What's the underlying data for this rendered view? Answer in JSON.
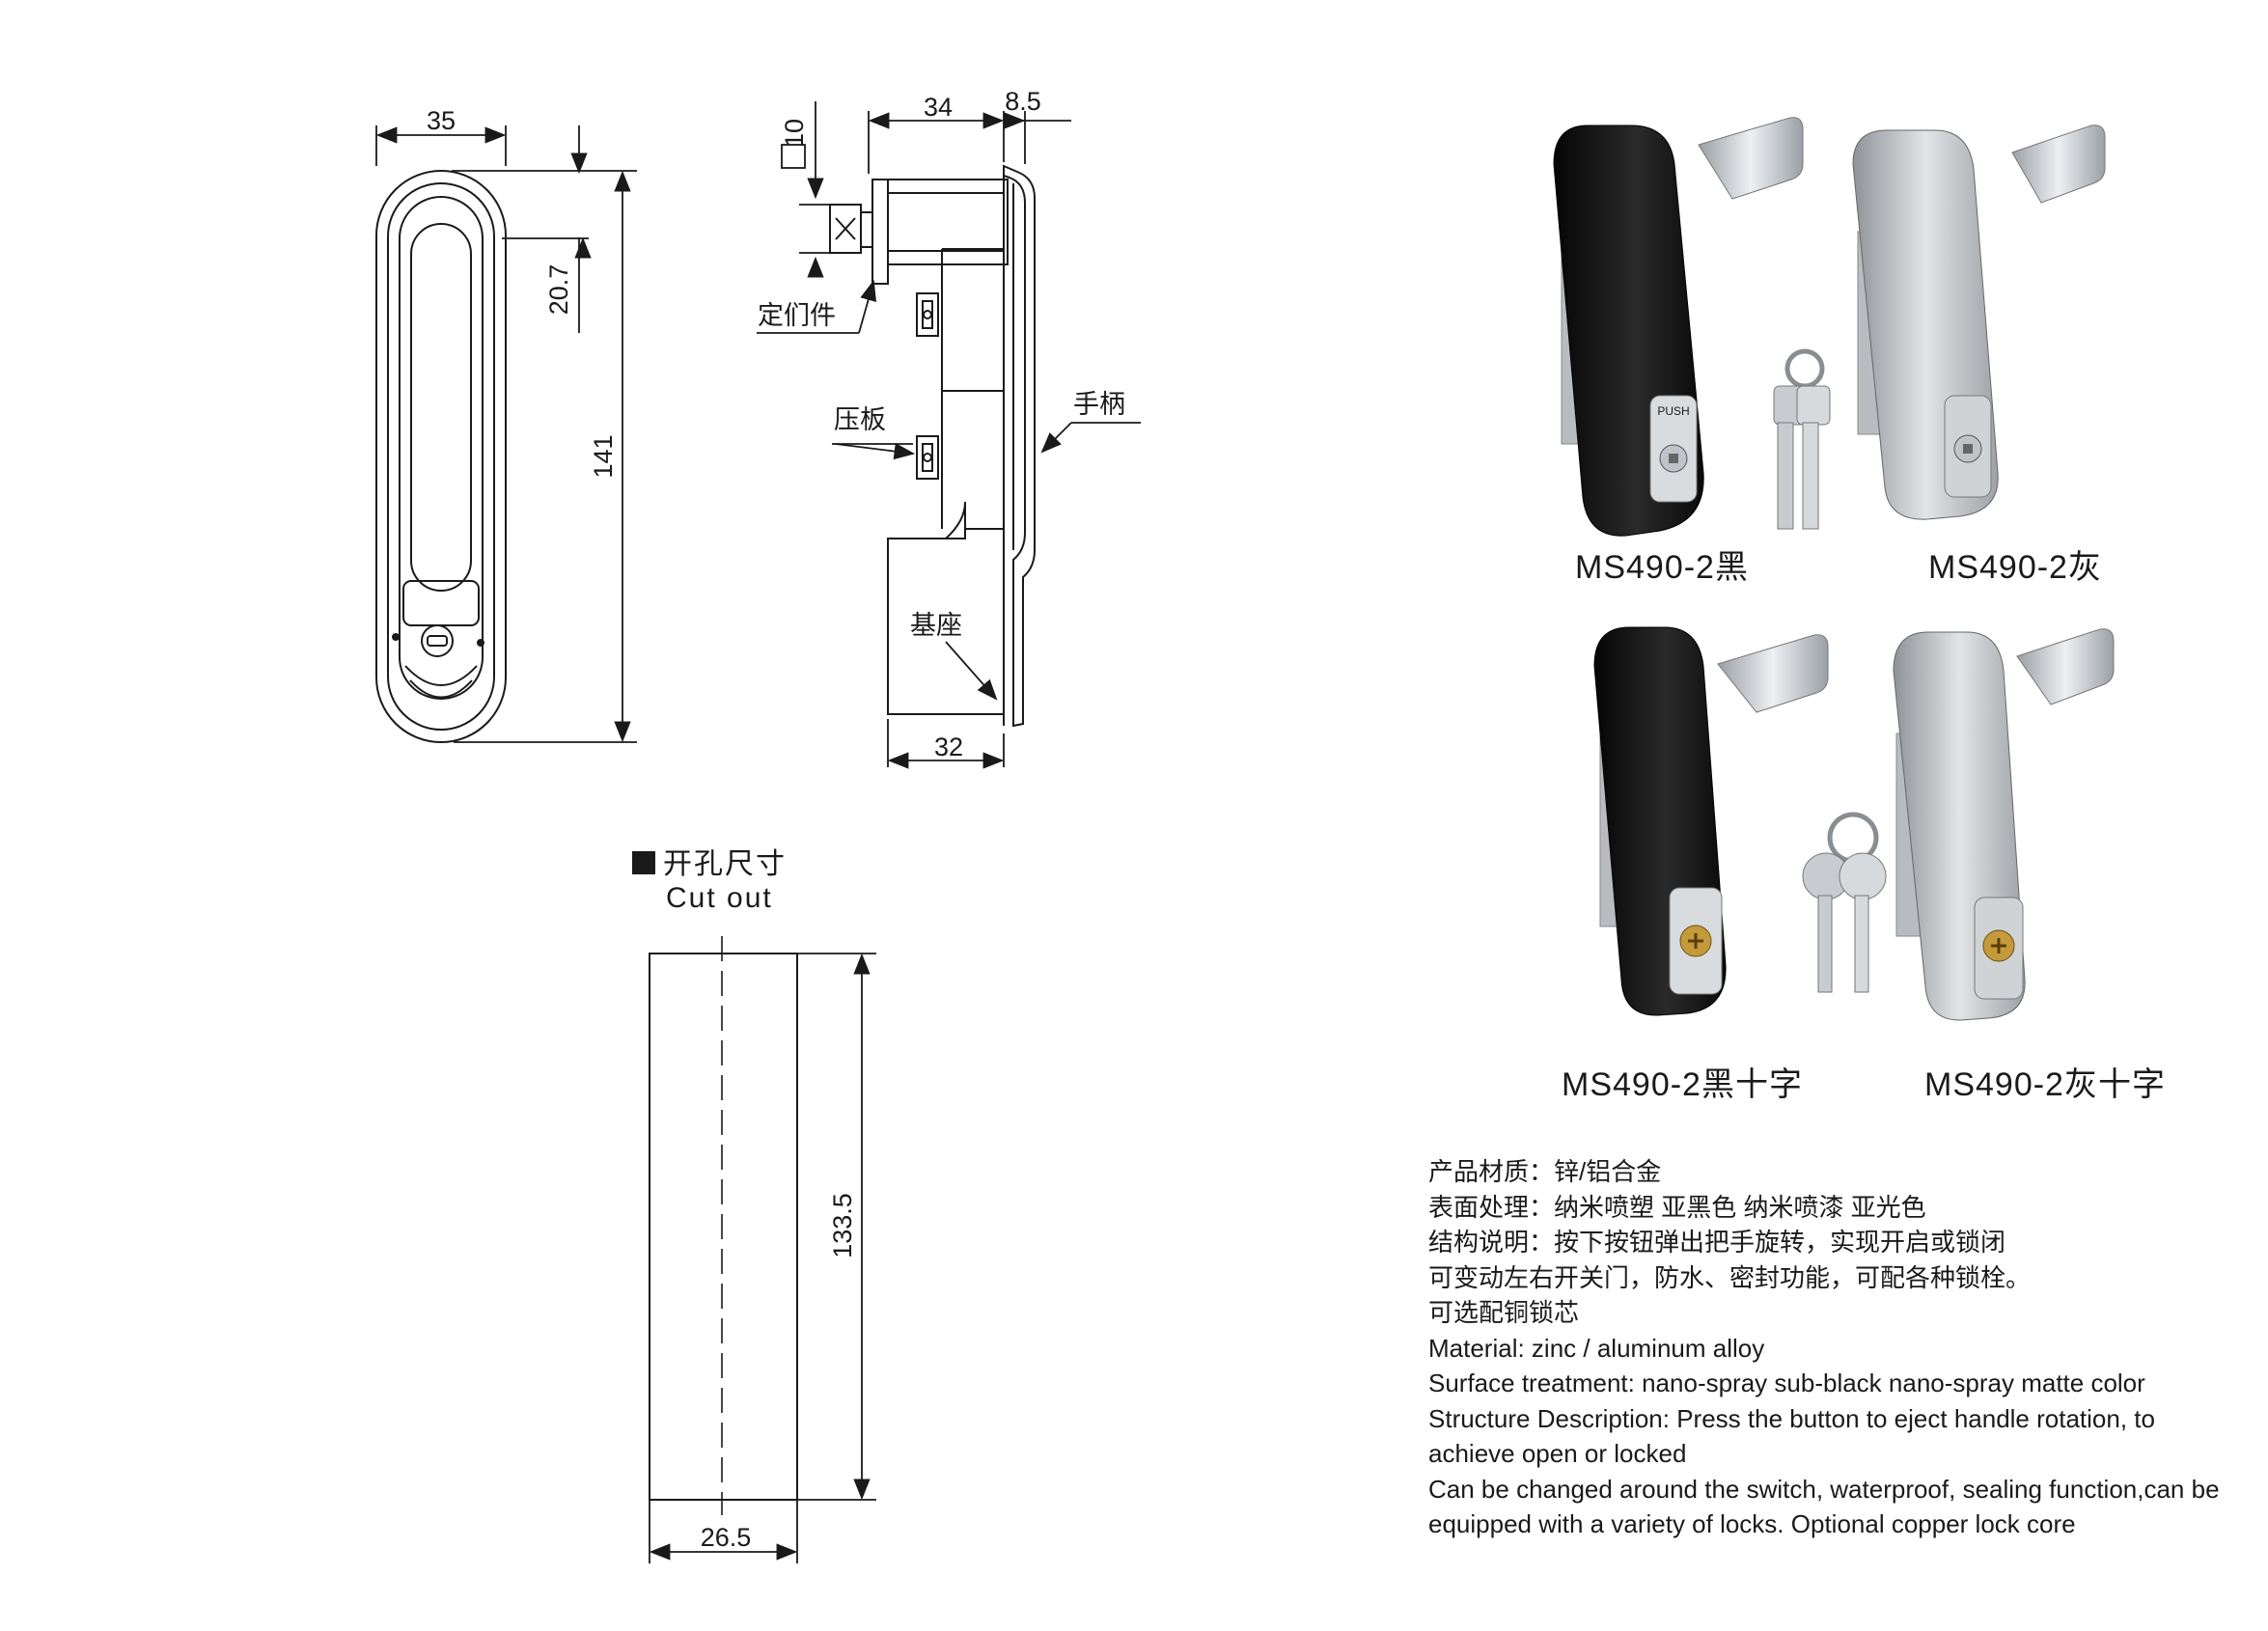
{
  "drawing": {
    "front_width": "35",
    "front_top_offset": "20.7",
    "front_height": "141",
    "side_lock_size": "10",
    "side_depth": "34",
    "side_flange": "8.5",
    "base_width": "32",
    "label_fixing": "定们件",
    "label_plate": "压板",
    "label_handle": "手柄",
    "label_base": "基座",
    "cutout_title_cn": "开孔尺寸",
    "cutout_title_en": "Cut out",
    "cutout_height": "133.5",
    "cutout_width": "26.5"
  },
  "products": [
    {
      "model": "MS490-2黑"
    },
    {
      "model": "MS490-2灰"
    },
    {
      "model": "MS490-2黑十字"
    },
    {
      "model": "MS490-2灰十字"
    }
  ],
  "push_label": "PUSH",
  "spec_lines": [
    "产品材质：锌/铝合金",
    "表面处理：纳米喷塑 亚黑色 纳米喷漆 亚光色",
    "结构说明：按下按钮弹出把手旋转，实现开启或锁闭",
    "可变动左右开关门，防水、密封功能，可配各种锁栓。",
    "可选配铜锁芯",
    "Material: zinc / aluminum alloy",
    "Surface treatment: nano-spray sub-black nano-spray matte color",
    "Structure Description: Press the button to eject handle rotation, to achieve open or locked",
    "Can be changed around the switch, waterproof, sealing function,can be equipped with a variety of locks. Optional copper lock core"
  ],
  "colors": {
    "black_finish": "#141414",
    "grey_finish": "#c9ccd0",
    "steel": "#d4d8dc",
    "brass": "#c49a3a"
  }
}
